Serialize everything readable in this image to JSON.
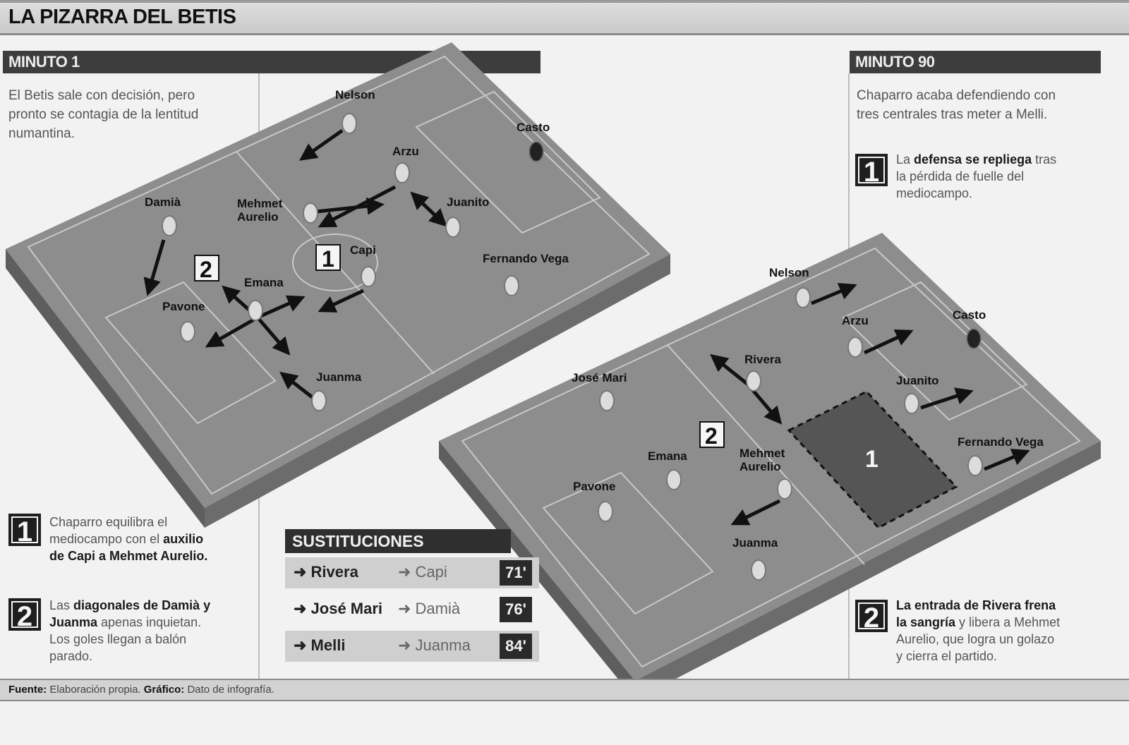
{
  "title": "LA PIZARRA DEL BETIS",
  "left": {
    "header": "MINUTO 1",
    "intro": [
      "El Betis sale con decisión, pero",
      "pronto se contagia de la lentitud",
      "numantina."
    ],
    "notes": [
      {
        "num": "1",
        "t1": "Chaparro equilibra el",
        "t2a": "mediocampo con el ",
        "t2b": "auxilio",
        "t3": "de Capi a Mehmet Aurelio."
      },
      {
        "num": "2",
        "t1a": "Las ",
        "t1b": "diagonales de Damià y",
        "t2a": "Juanma",
        "t2b": " apenas inquietan.",
        "t3": "Los goles llegan a balón",
        "t4": "parado."
      }
    ],
    "field": {
      "players": {
        "nelson": "Nelson",
        "casto": "Casto",
        "arzu": "Arzu",
        "damia": "Damià",
        "mehmet1": "Mehmet",
        "mehmet2": "Aurelio",
        "juanito": "Juanito",
        "capi": "Capi",
        "vega": "Fernando Vega",
        "emana": "Emana",
        "pavone": "Pavone",
        "juanma": "Juanma"
      },
      "badges": [
        "1",
        "2"
      ]
    }
  },
  "right": {
    "header": "MINUTO 90",
    "intro": [
      "Chaparro acaba defendiendo con",
      "tres centrales tras meter a Melli."
    ],
    "notes": [
      {
        "num": "1",
        "t1a": "La ",
        "t1b": "defensa se repliega",
        "t1c": " tras",
        "t2": "la pérdida de fuelle del",
        "t3": "mediocampo."
      },
      {
        "num": "2",
        "t1": "La entrada de Rivera frena",
        "t2a": "la sangría",
        "t2b": " y libera a Mehmet",
        "t3": "Aurelio, que logra un golazo",
        "t4": "y cierra el partido."
      }
    ],
    "field": {
      "players": {
        "nelson": "Nelson",
        "casto": "Casto",
        "arzu": "Arzu",
        "rivera": "Rivera",
        "josemari": "José Mari",
        "juanito": "Juanito",
        "emana": "Emana",
        "mehmet1": "Mehmet",
        "mehmet2": "Aurelio",
        "vega": "Fernando Vega",
        "pavone": "Pavone",
        "juanma": "Juanma"
      },
      "badges": [
        "1",
        "2"
      ]
    }
  },
  "subs": {
    "header": "SUSTITUCIONES",
    "rows": [
      {
        "in": "Rivera",
        "out": "Capi",
        "min": "71'"
      },
      {
        "in": "José Mari",
        "out": "Damià",
        "min": "76'"
      },
      {
        "in": "Melli",
        "out": "Juanma",
        "min": "84'"
      }
    ]
  },
  "footer": {
    "k1": "Fuente:",
    "v1": " Elaboración propia. ",
    "k2": "Gráfico:",
    "v2": " Dato de infografía."
  }
}
